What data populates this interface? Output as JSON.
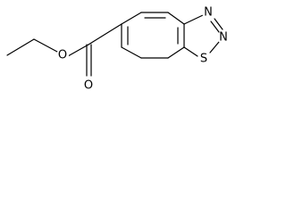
{
  "molecule": {
    "atoms": {
      "carbonyl_oxygen": "O",
      "ester_oxygen": "O",
      "ring_sulfur": "S",
      "ring_nitrogen_upper": "N",
      "ring_nitrogen_lower": "N"
    },
    "colors": {
      "bond": "#000000",
      "text": "#000000",
      "background": "#ffffff"
    }
  }
}
